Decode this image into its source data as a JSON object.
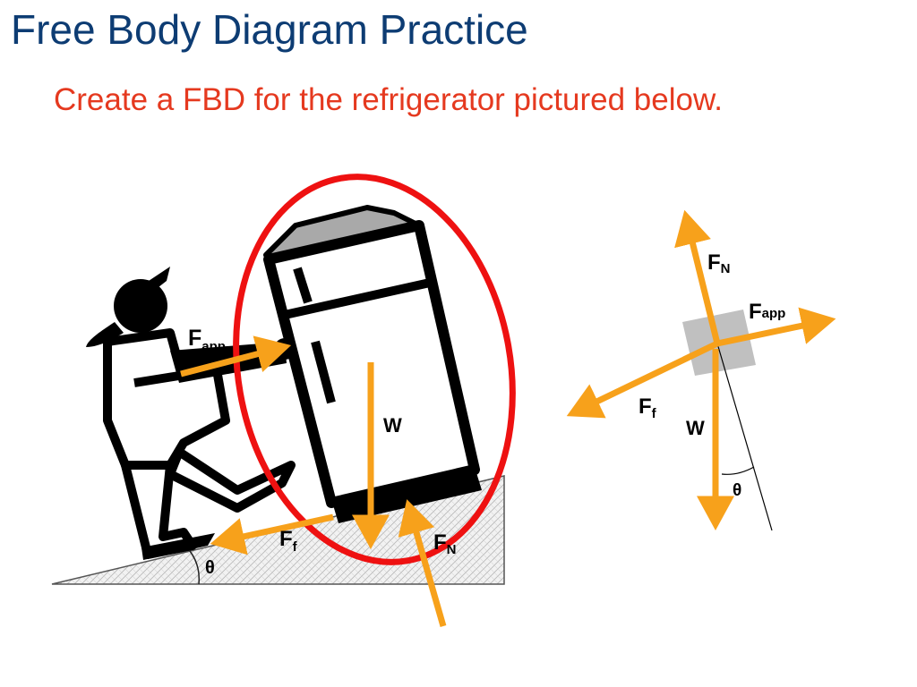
{
  "title": "Free Body Diagram Practice",
  "subtitle": "Create a FBD for the refrigerator pictured below.",
  "colors": {
    "title": "#0d3c73",
    "subtitle": "#e5391f",
    "force_arrow": "#f7a11b",
    "highlight_ellipse": "#ee1111",
    "block": "#c0c0c0",
    "fridge_top": "#a9a9a9",
    "outline": "#000000"
  },
  "scene": {
    "labels": {
      "applied_force": {
        "main": "F",
        "sub": "app"
      },
      "weight": {
        "main": "W"
      },
      "friction": {
        "main": "F",
        "sub": "f"
      },
      "normal": {
        "main": "F",
        "sub": "N"
      },
      "angle": "θ"
    }
  },
  "fbd": {
    "labels": {
      "normal": {
        "main": "F",
        "sub": "N"
      },
      "applied_force": {
        "main": "F",
        "sub": "app"
      },
      "friction": {
        "main": "F",
        "sub": "f"
      },
      "weight": {
        "main": "W"
      },
      "angle": "θ"
    }
  }
}
